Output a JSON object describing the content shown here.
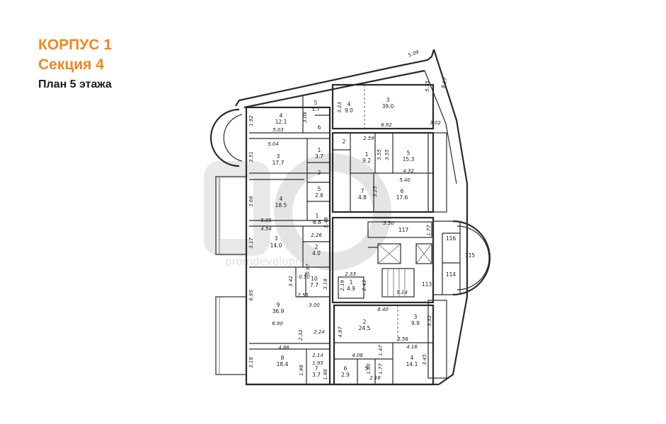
{
  "header": {
    "building": "КОРПУС 1",
    "section": "Секция 4",
    "plan": "План 5 этажа"
  },
  "watermark": "promdevelopment",
  "rooms": [
    {
      "id": "r-left-4-top",
      "num": "4",
      "area": "12.1"
    },
    {
      "id": "r-left-5-top",
      "num": "5",
      "area": "3.7"
    },
    {
      "id": "r-left-6",
      "num": "6",
      "area": ""
    },
    {
      "id": "r-left-3a",
      "num": "3",
      "area": "17.7"
    },
    {
      "id": "r-left-1a",
      "num": "1",
      "area": "3.7"
    },
    {
      "id": "r-left-2a",
      "num": "2",
      "area": ""
    },
    {
      "id": "r-left-4b",
      "num": "4",
      "area": "18.5"
    },
    {
      "id": "r-left-5b",
      "num": "5",
      "area": "2.6"
    },
    {
      "id": "r-left-1b",
      "num": "1",
      "area": "6.8"
    },
    {
      "id": "r-left-3c",
      "num": "3",
      "area": "14.0"
    },
    {
      "id": "r-left-2c",
      "num": "2",
      "area": "4.0"
    },
    {
      "id": "r-left-10",
      "num": "10",
      "area": "7.7"
    },
    {
      "id": "r-left-9",
      "num": "9",
      "area": "36.9"
    },
    {
      "id": "r-left-8",
      "num": "8",
      "area": "18.4"
    },
    {
      "id": "r-left-7",
      "num": "7",
      "area": "3.7"
    },
    {
      "id": "r-tr-4",
      "num": "4",
      "area": "9.0"
    },
    {
      "id": "r-tr-3",
      "num": "3",
      "area": "39.0"
    },
    {
      "id": "r-tr-2",
      "num": "2",
      "area": ""
    },
    {
      "id": "r-tr-1",
      "num": "1",
      "area": "9.2"
    },
    {
      "id": "r-tr-5",
      "num": "5",
      "area": "15.3"
    },
    {
      "id": "r-tr-7",
      "num": "7",
      "area": "4.8"
    },
    {
      "id": "r-tr-6",
      "num": "6",
      "area": "17.6"
    },
    {
      "id": "r-117",
      "num": "117",
      "area": ""
    },
    {
      "id": "r-116",
      "num": "116",
      "area": ""
    },
    {
      "id": "r-115",
      "num": "115",
      "area": ""
    },
    {
      "id": "r-114",
      "num": "114",
      "area": ""
    },
    {
      "id": "r-113",
      "num": "113",
      "area": ""
    },
    {
      "id": "r-br-1",
      "num": "1",
      "area": "4.9"
    },
    {
      "id": "r-br-2",
      "num": "2",
      "area": "24.5"
    },
    {
      "id": "r-br-3",
      "num": "3",
      "area": "9.9"
    },
    {
      "id": "r-br-4",
      "num": "4",
      "area": "14.1"
    },
    {
      "id": "r-br-6",
      "num": "6",
      "area": "2.9"
    },
    {
      "id": "r-br-5",
      "num": "5",
      "area": ""
    }
  ],
  "dims": {
    "d509": "5.09",
    "d575": "5.75",
    "d917": "9.17",
    "d323": "3.23",
    "d692": "6.92",
    "d302": "3.02",
    "d192": "1.92",
    "d308": "3.08",
    "d503": "5.03",
    "d504": "5.04",
    "d351": "3.51",
    "d259": "2.59",
    "d355a": "3.55",
    "d355b": "3.55",
    "d432": "4.32",
    "d540": "5.40",
    "d325": "3.25",
    "d366": "3.66",
    "d505": "5.05",
    "d548": "5.48",
    "d454": "4.54",
    "d226": "2.26",
    "d317": "3.17",
    "d550": "5.50",
    "d177": "1.77",
    "d097": "0.97",
    "d050": "0.50",
    "d342": "3.42",
    "d318a": "3.18",
    "d233": "2.33",
    "d243": "2.43",
    "d219": "2.19",
    "d314": "5.14",
    "d255": "2.55",
    "d300": "3.00",
    "d840": "8.40",
    "d695": "6.95",
    "d332": "3.32",
    "d690": "6.90",
    "d232": "2.32",
    "d224": "2.24",
    "d497": "4.97",
    "d558": "5.58",
    "d416": "4.16",
    "d486": "4.86",
    "d214": "2.14",
    "d408": "4.08",
    "d147": "1.47",
    "d345": "3.45",
    "d318b": "3.18",
    "d195": "1.95",
    "d198": "1.98",
    "d188": "1.88",
    "d177b": "1.77",
    "d180": "1.80",
    "d216": "2.16"
  }
}
